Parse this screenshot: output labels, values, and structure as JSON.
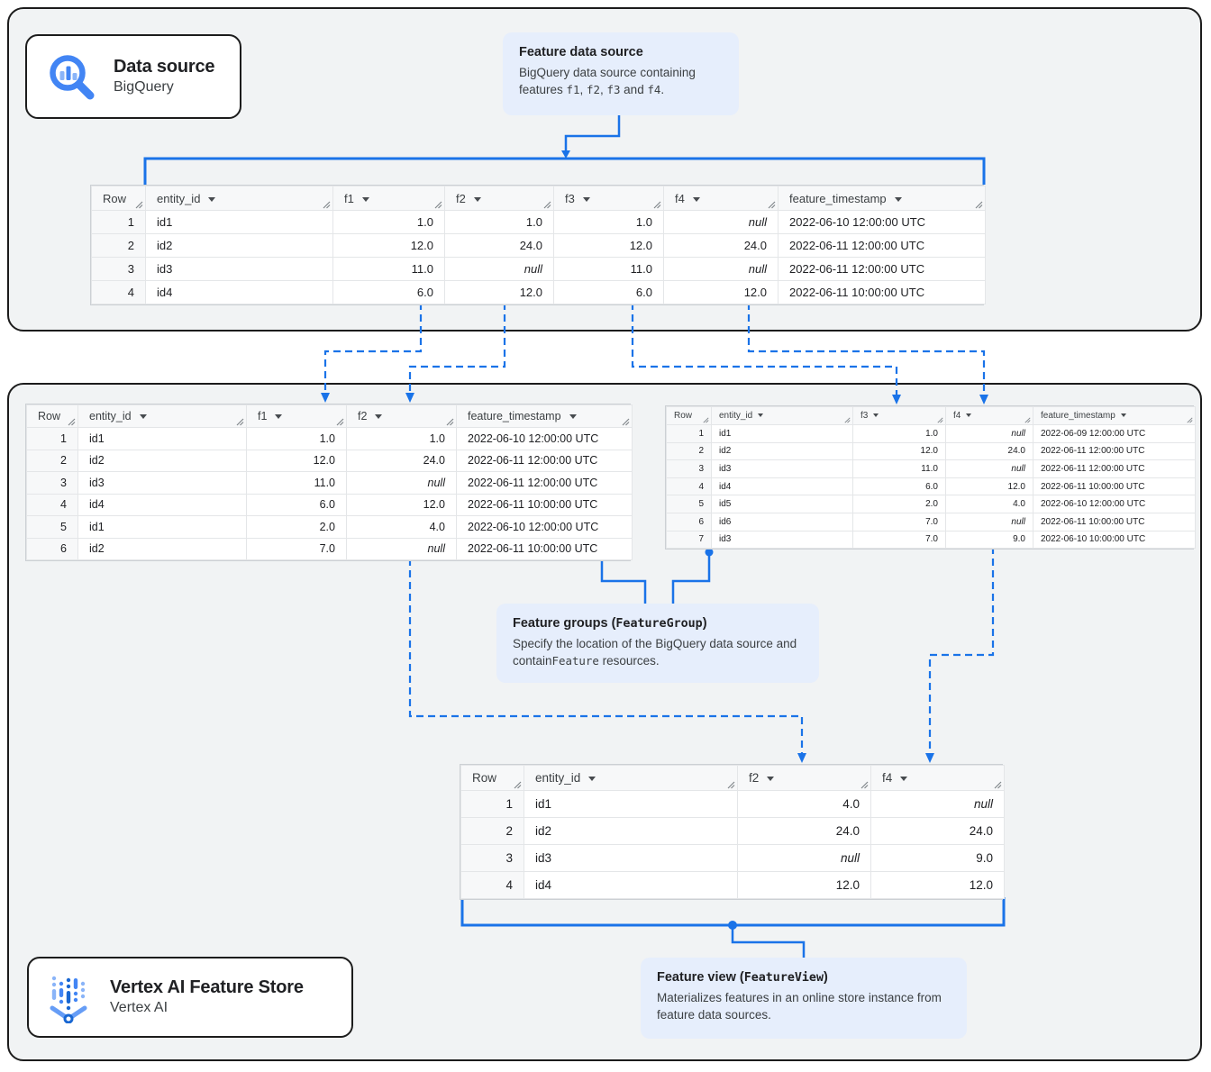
{
  "colors": {
    "connector_blue": "#1a73e8",
    "callout_bg": "#e6eefc",
    "container_bg": "#f1f3f4",
    "container_border": "#1c1c1c",
    "null_text": "#80868b",
    "header_text": "#3c4043",
    "cell_text": "#202124",
    "icon_blue": "#4285f4",
    "icon_light_blue": "#8ab4f8"
  },
  "icons": {
    "data_source": "bigquery-magnifying-glass-chart-icon",
    "feature_store": "vertex-ai-dot-columns-icon"
  },
  "badges": {
    "data_source": {
      "title": "Data source",
      "subtitle": "BigQuery"
    },
    "feature_store": {
      "title": "Vertex AI Feature Store",
      "subtitle": "Vertex AI"
    }
  },
  "callouts": {
    "feature_data_source": {
      "title": [
        {
          "text": "Feature data source",
          "mono": false
        }
      ],
      "body": [
        {
          "text": "BigQuery data source containing features ",
          "mono": false
        },
        {
          "text": "f1",
          "mono": true
        },
        {
          "text": ", ",
          "mono": false
        },
        {
          "text": "f2",
          "mono": true
        },
        {
          "text": ", ",
          "mono": false
        },
        {
          "text": "f3",
          "mono": true
        },
        {
          "text": " and ",
          "mono": false
        },
        {
          "text": "f4",
          "mono": true
        },
        {
          "text": ".",
          "mono": false
        }
      ]
    },
    "feature_groups": {
      "title": [
        {
          "text": "Feature groups (",
          "mono": false
        },
        {
          "text": "FeatureGroup",
          "mono": true
        },
        {
          "text": ")",
          "mono": false
        }
      ],
      "body": [
        {
          "text": "Specify the location of the BigQuery data source and contain",
          "mono": false
        },
        {
          "text": "Feature",
          "mono": true
        },
        {
          "text": " resources.",
          "mono": false
        }
      ]
    },
    "feature_view": {
      "title": [
        {
          "text": "Feature view (",
          "mono": false
        },
        {
          "text": "FeatureView",
          "mono": true
        },
        {
          "text": ")",
          "mono": false
        }
      ],
      "body": [
        {
          "text": "Materializes features in an online store instance from feature data sources.",
          "mono": false
        }
      ]
    }
  },
  "tables": [
    {
      "id": "source",
      "name": "bigquery-source-table",
      "columns": [
        {
          "label": "Row",
          "sortable": false,
          "align": "right"
        },
        {
          "label": "entity_id",
          "sortable": true,
          "align": "left"
        },
        {
          "label": "f1",
          "sortable": true,
          "align": "right"
        },
        {
          "label": "f2",
          "sortable": true,
          "align": "right"
        },
        {
          "label": "f3",
          "sortable": true,
          "align": "right"
        },
        {
          "label": "f4",
          "sortable": true,
          "align": "right"
        },
        {
          "label": "feature_timestamp",
          "sortable": true,
          "align": "left"
        }
      ],
      "rows": [
        [
          "1",
          "id1",
          "1.0",
          "1.0",
          "1.0",
          "null",
          "2022-06-10 12:00:00 UTC"
        ],
        [
          "2",
          "id2",
          "12.0",
          "24.0",
          "12.0",
          "24.0",
          "2022-06-11 12:00:00 UTC"
        ],
        [
          "3",
          "id3",
          "11.0",
          "null",
          "11.0",
          "null",
          "2022-06-11 12:00:00 UTC"
        ],
        [
          "4",
          "id4",
          "6.0",
          "12.0",
          "6.0",
          "12.0",
          "2022-06-11 10:00:00 UTC"
        ]
      ]
    },
    {
      "id": "fg1",
      "name": "feature-group-1-table",
      "columns": [
        {
          "label": "Row",
          "sortable": false,
          "align": "right"
        },
        {
          "label": "entity_id",
          "sortable": true,
          "align": "left"
        },
        {
          "label": "f1",
          "sortable": true,
          "align": "right"
        },
        {
          "label": "f2",
          "sortable": true,
          "align": "right"
        },
        {
          "label": "feature_timestamp",
          "sortable": true,
          "align": "left"
        }
      ],
      "rows": [
        [
          "1",
          "id1",
          "1.0",
          "1.0",
          "2022-06-10 12:00:00 UTC"
        ],
        [
          "2",
          "id2",
          "12.0",
          "24.0",
          "2022-06-11 12:00:00 UTC"
        ],
        [
          "3",
          "id3",
          "11.0",
          "null",
          "2022-06-11 12:00:00 UTC"
        ],
        [
          "4",
          "id4",
          "6.0",
          "12.0",
          "2022-06-11 10:00:00 UTC"
        ],
        [
          "5",
          "id1",
          "2.0",
          "4.0",
          "2022-06-10 12:00:00 UTC"
        ],
        [
          "6",
          "id2",
          "7.0",
          "null",
          "2022-06-11 10:00:00 UTC"
        ]
      ]
    },
    {
      "id": "fg2",
      "name": "feature-group-2-table",
      "columns": [
        {
          "label": "Row",
          "sortable": false,
          "align": "right"
        },
        {
          "label": "entity_id",
          "sortable": true,
          "align": "left"
        },
        {
          "label": "f3",
          "sortable": true,
          "align": "right"
        },
        {
          "label": "f4",
          "sortable": true,
          "align": "right"
        },
        {
          "label": "feature_timestamp",
          "sortable": true,
          "align": "left"
        }
      ],
      "rows": [
        [
          "1",
          "id1",
          "1.0",
          "null",
          "2022-06-09 12:00:00 UTC"
        ],
        [
          "2",
          "id2",
          "12.0",
          "24.0",
          "2022-06-11 12:00:00 UTC"
        ],
        [
          "3",
          "id3",
          "11.0",
          "null",
          "2022-06-11 12:00:00 UTC"
        ],
        [
          "4",
          "id4",
          "6.0",
          "12.0",
          "2022-06-11 10:00:00 UTC"
        ],
        [
          "5",
          "id5",
          "2.0",
          "4.0",
          "2022-06-10 12:00:00 UTC"
        ],
        [
          "6",
          "id6",
          "7.0",
          "null",
          "2022-06-11 10:00:00 UTC"
        ],
        [
          "7",
          "id3",
          "7.0",
          "9.0",
          "2022-06-10 10:00:00 UTC"
        ]
      ]
    },
    {
      "id": "view",
      "name": "feature-view-table",
      "columns": [
        {
          "label": "Row",
          "sortable": false,
          "align": "right"
        },
        {
          "label": "entity_id",
          "sortable": true,
          "align": "left"
        },
        {
          "label": "f2",
          "sortable": true,
          "align": "right"
        },
        {
          "label": "f4",
          "sortable": true,
          "align": "right"
        }
      ],
      "rows": [
        [
          "1",
          "id1",
          "4.0",
          "null"
        ],
        [
          "2",
          "id2",
          "24.0",
          "24.0"
        ],
        [
          "3",
          "id3",
          "null",
          "9.0"
        ],
        [
          "4",
          "id4",
          "12.0",
          "12.0"
        ]
      ]
    }
  ]
}
